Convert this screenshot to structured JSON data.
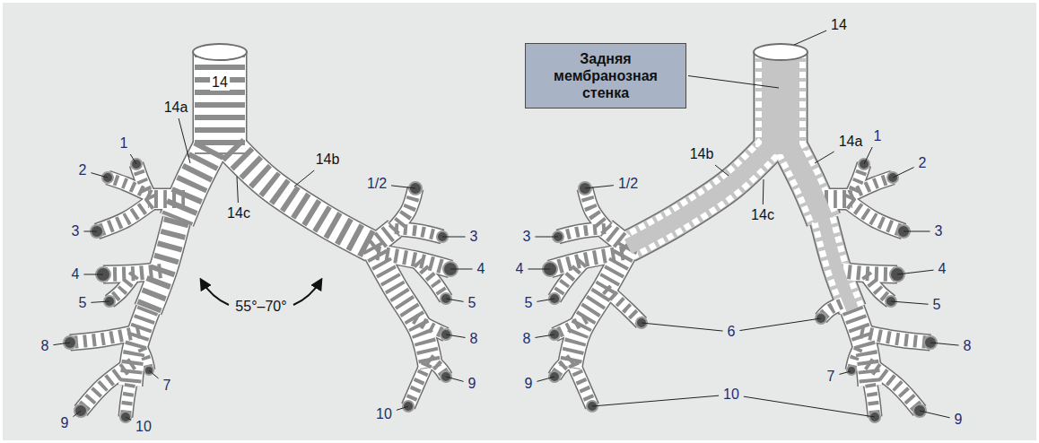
{
  "diagram": {
    "nodes": [
      {
        "text": [
          "Задняя мембранозная стенка"
        ]
      }
    ],
    "labels": [
      "14",
      "14a",
      "14b",
      "14c",
      "1",
      "2",
      "3",
      "4",
      "5",
      "8",
      "9",
      "10",
      "7",
      "1/2",
      "3",
      "4",
      "5",
      "8",
      "9",
      "10",
      "55°–70°",
      "14",
      "14b",
      "14c",
      "14a",
      "1/2",
      "3",
      "4",
      "5",
      "8",
      "9",
      "6",
      "10",
      "1",
      "2",
      "3",
      "4",
      "5",
      "8",
      "7",
      "9"
    ]
  }
}
